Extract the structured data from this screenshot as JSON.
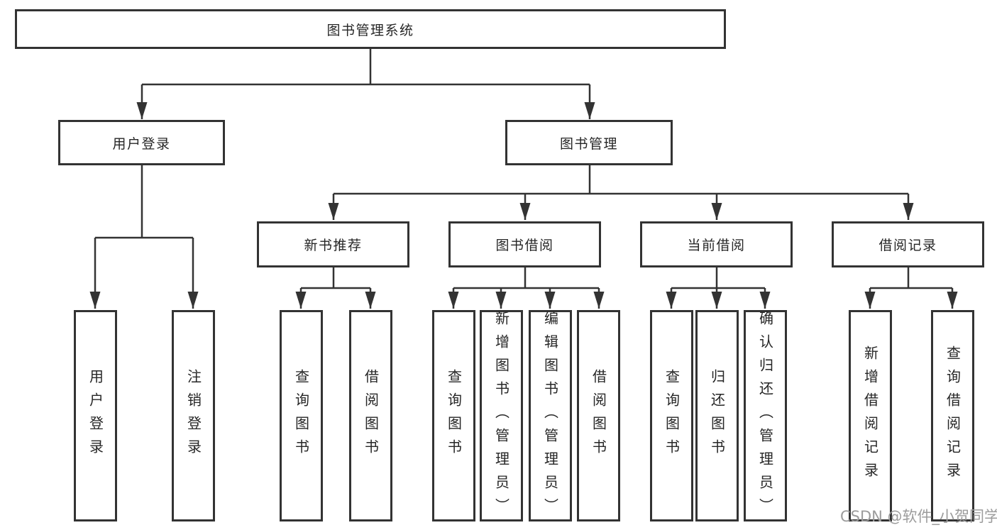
{
  "diagram": {
    "root": {
      "label": "图书管理系统"
    },
    "level2": {
      "user_login": {
        "label": "用户登录"
      },
      "book_mgmt": {
        "label": "图书管理"
      }
    },
    "level3": {
      "new_books": {
        "label": "新书推荐"
      },
      "borrowing": {
        "label": "图书借阅"
      },
      "current": {
        "label": "当前借阅"
      },
      "records": {
        "label": "借阅记录"
      }
    },
    "leaves": {
      "login": {
        "label": "用户登录"
      },
      "logout": {
        "label": "注销登录"
      },
      "nb_query": {
        "label": "查询图书"
      },
      "nb_borrow": {
        "label": "借阅图书"
      },
      "bw_query": {
        "label": "查询图书"
      },
      "bw_add": {
        "label": "新增图书（管理员）"
      },
      "bw_edit": {
        "label": "编辑图书（管理员）"
      },
      "bw_borrow": {
        "label": "借阅图书"
      },
      "cur_query": {
        "label": "查询图书"
      },
      "cur_return": {
        "label": "归还图书"
      },
      "cur_confirm": {
        "label": "确认归还（管理员）"
      },
      "rec_add": {
        "label": "新增借阅记录"
      },
      "rec_query": {
        "label": "查询借阅记录"
      }
    },
    "watermark": "CSDN @软件_小贺同学",
    "colors": {
      "line": "#333333",
      "text": "#262626",
      "watermark": "#9c9c9c",
      "background": "#ffffff"
    }
  }
}
